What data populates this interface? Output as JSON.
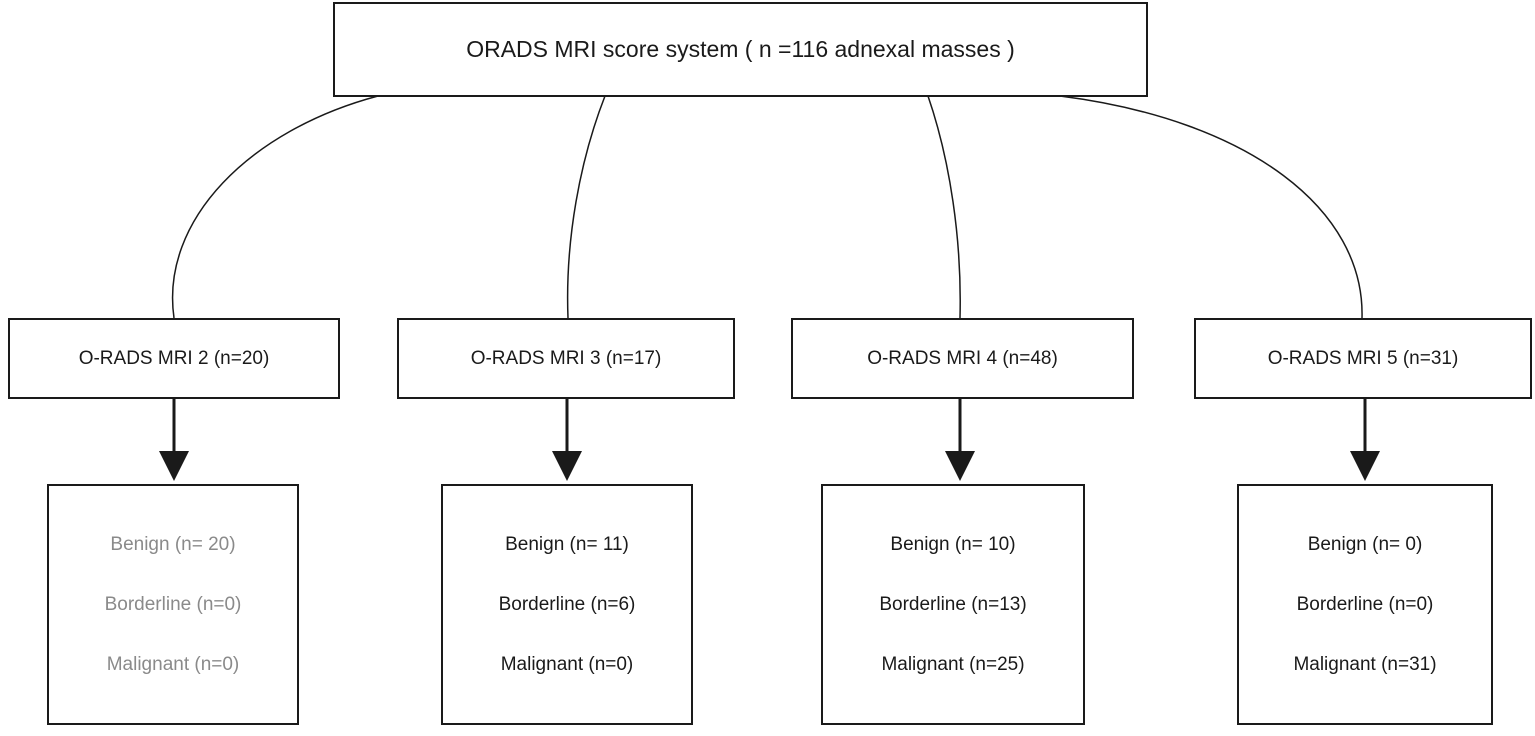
{
  "root": {
    "label": "ORADS MRI score system ( n =116 adnexal masses )"
  },
  "categories": [
    {
      "label": "O-RADS MRI 2 (n=20)",
      "results": {
        "benign": "Benign (n= 20)",
        "borderline": "Borderline (n=0)",
        "malignant": "Malignant (n=0)"
      }
    },
    {
      "label": "O-RADS MRI 3 (n=17)",
      "results": {
        "benign": "Benign (n= 11)",
        "borderline": "Borderline (n=6)",
        "malignant": "Malignant (n=0)"
      }
    },
    {
      "label": "O-RADS MRI 4 (n=48)",
      "results": {
        "benign": "Benign (n= 10)",
        "borderline": "Borderline (n=13)",
        "malignant": "Malignant (n=25)"
      }
    },
    {
      "label": "O-RADS MRI 5 (n=31)",
      "results": {
        "benign": "Benign (n= 0)",
        "borderline": "Borderline (n=0)",
        "malignant": "Malignant (n=31)"
      }
    }
  ],
  "colors": {
    "line": "#1a1a1a",
    "text": "#1a1a1a",
    "faded_text": "#8a8a8a"
  }
}
